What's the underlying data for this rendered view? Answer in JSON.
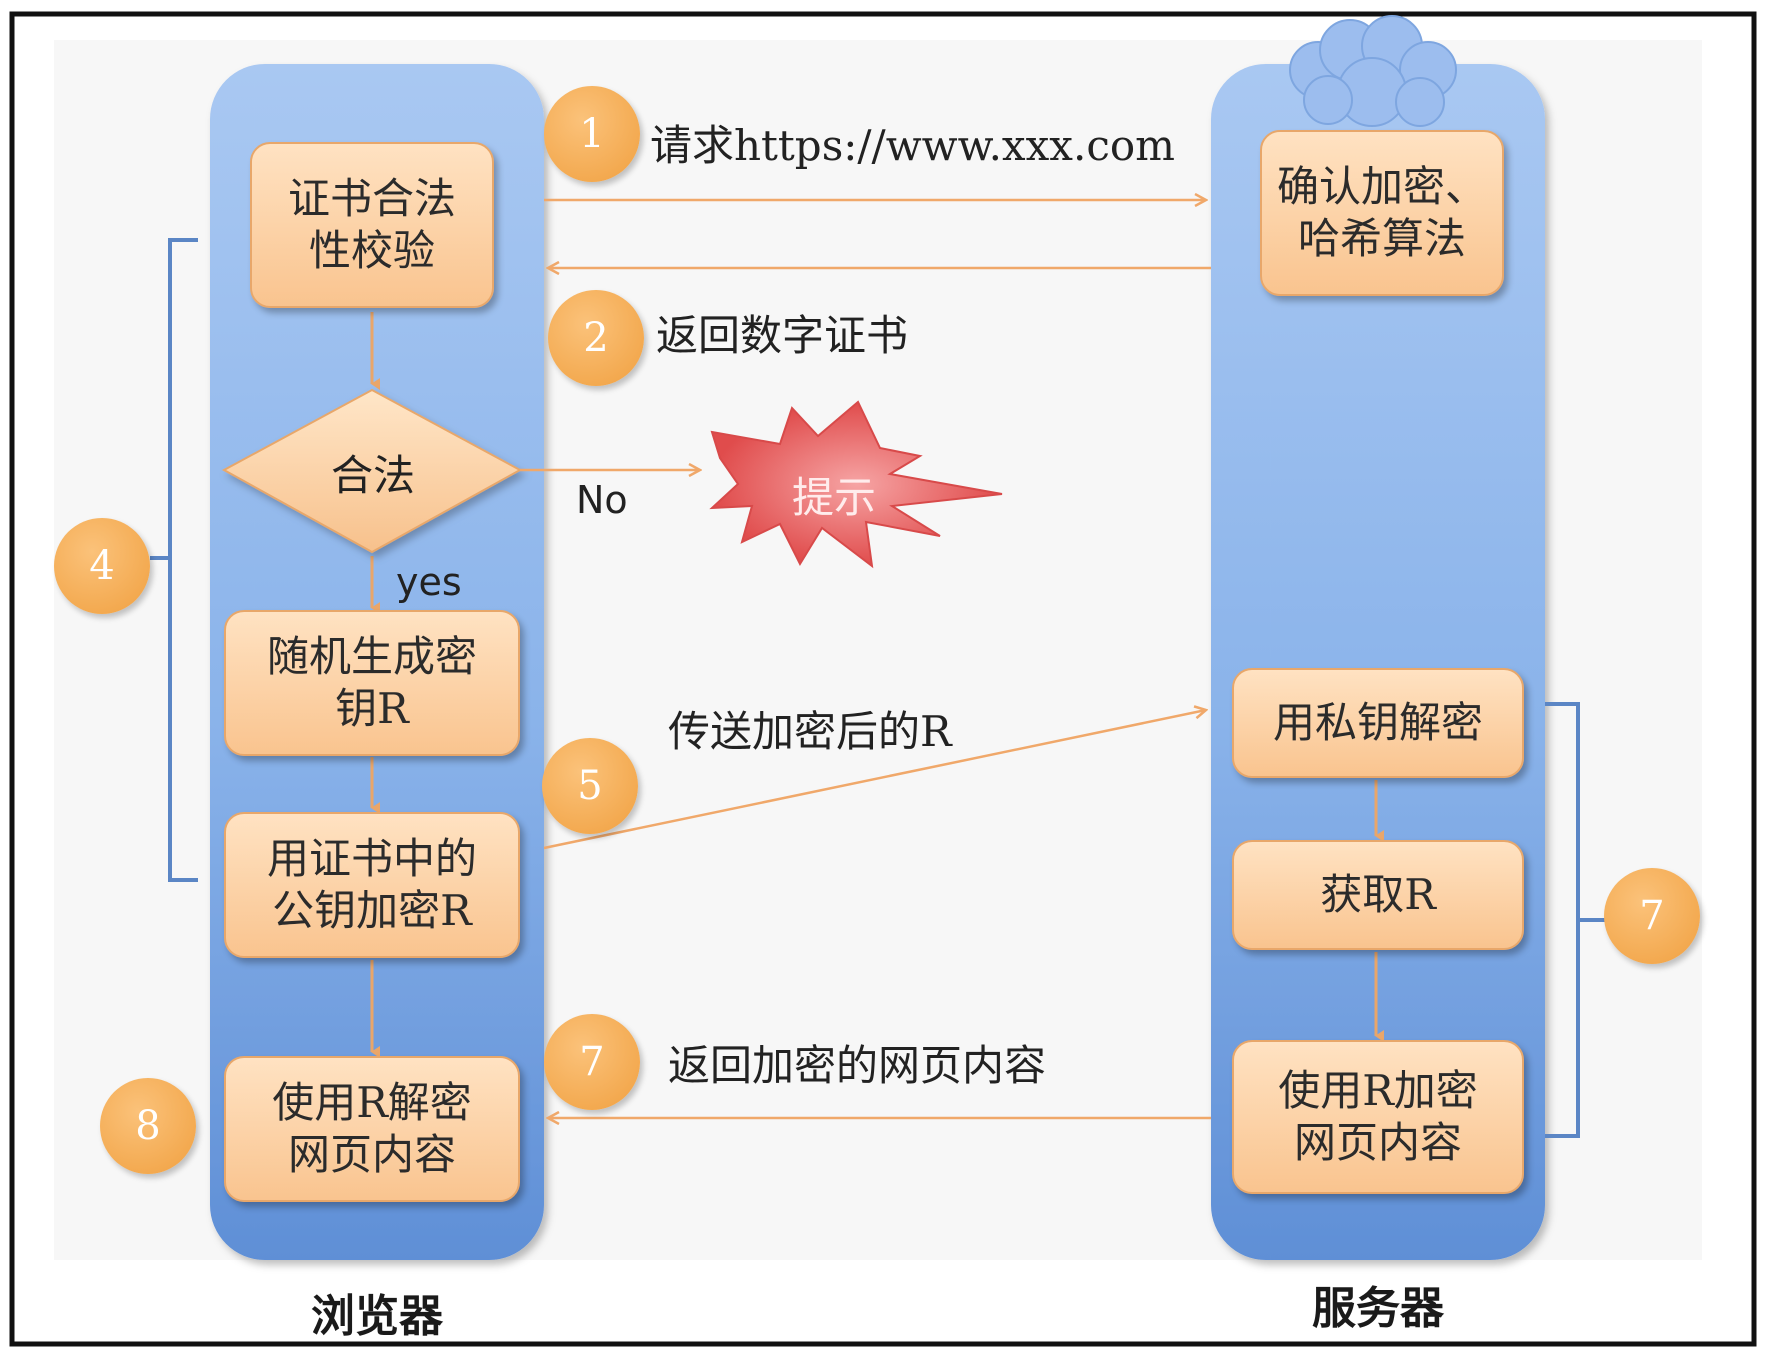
{
  "lanes": {
    "browser": "浏览器",
    "server": "服务器"
  },
  "browser_steps": {
    "cert_check": "证书合法\n性校验",
    "decision": "合法",
    "gen_key": "随机生成密\n钥R",
    "encrypt_key": "用证书中的\n公钥加密R",
    "decrypt_page": "使用R解密\n网页内容"
  },
  "server_steps": {
    "confirm_alg": "确认加密、\n哈希算法",
    "private_decrypt": "用私钥解密",
    "get_r": "获取R",
    "encrypt_page": "使用R加密\n网页内容"
  },
  "messages": {
    "request": "请求https://www.xxx.com",
    "return_cert": "返回数字证书",
    "send_r": "传送加密后的R",
    "return_page": "返回加密的网页内容"
  },
  "branch": {
    "no": "No",
    "yes": "yes",
    "alert": "提示"
  },
  "step_numbers": {
    "request": "1",
    "return_cert": "2",
    "browser_group": "4",
    "send_r": "5",
    "return_page": "7",
    "server_group": "7",
    "decrypt": "8"
  },
  "colors": {
    "lane": "#6f9fe0",
    "box": "#f9c48f",
    "circle": "#f0a040",
    "arrow": "#f0a86a",
    "bracket": "#5b86c5",
    "alert": "#e85a5a"
  }
}
